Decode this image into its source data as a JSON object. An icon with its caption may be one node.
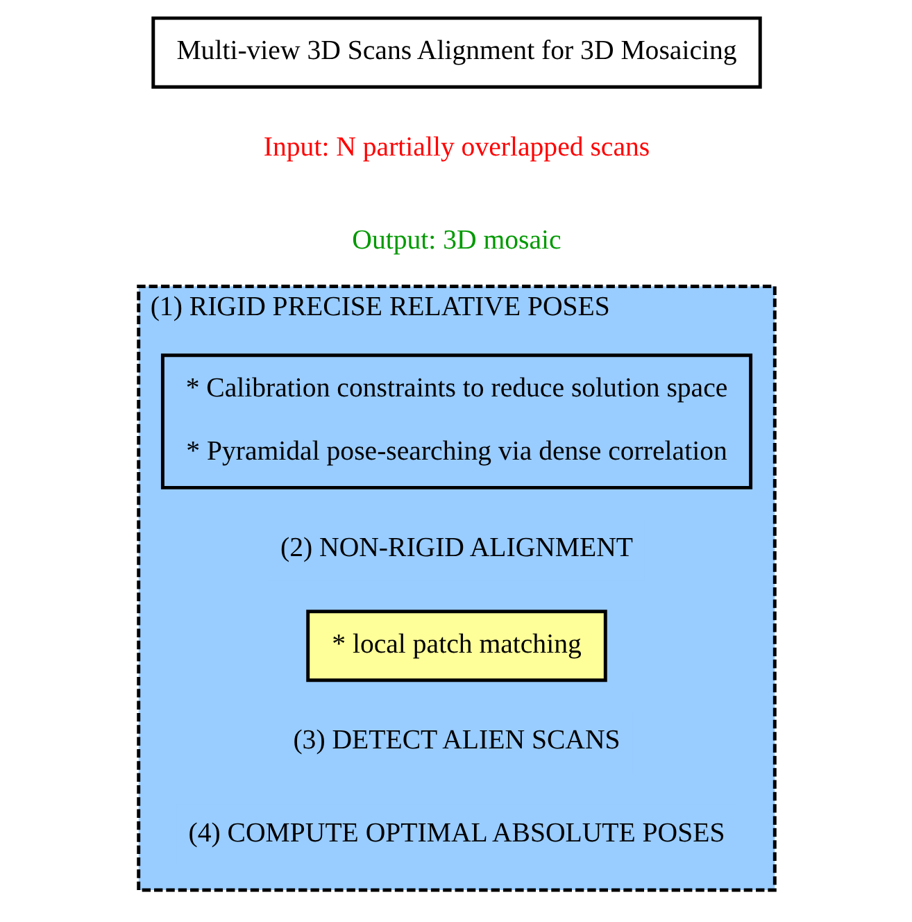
{
  "diagram": {
    "nodes": [
      {
        "text": [
          "Multi-view 3D Scans Alignment for 3D Mosaicing"
        ]
      },
      {
        "text": [
          "(1) RIGID PRECISE RELATIVE POSES",
          "(2) NON-RIGID ALIGNMENT",
          "(3) DETECT ALIEN SCANS",
          "(4) COMPUTE OPTIMAL ABSOLUTE POSES"
        ]
      },
      {
        "text": [
          "* Calibration constraints to reduce solution space",
          "* Pyramidal pose-searching via dense correlation"
        ],
        "in": 1
      },
      {
        "text": [
          "* local patch matching"
        ],
        "in": 1
      }
    ],
    "edges": [],
    "labels": [
      "Input: N partially overlapped scans",
      "Output: 3D mosaic"
    ]
  }
}
